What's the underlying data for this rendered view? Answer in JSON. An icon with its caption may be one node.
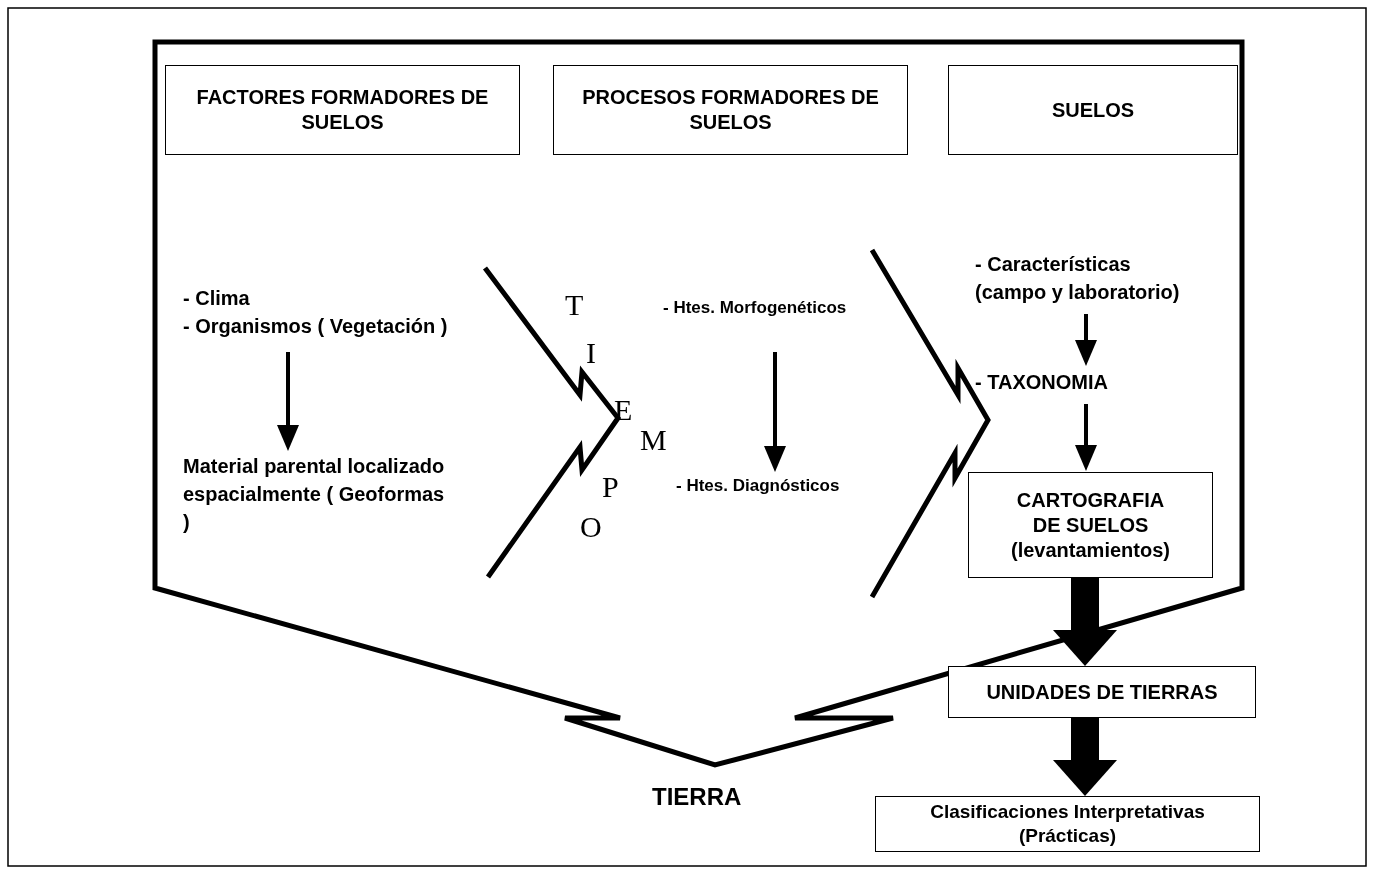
{
  "diagram": {
    "nodes": [
      {
        "text": [
          "TIERRA"
        ]
      },
      {
        "text": [
          "FACTORES FORMADORES DE SUELOS"
        ],
        "in": 0
      },
      {
        "text": [
          "PROCESOS FORMADORES DE SUELOS"
        ],
        "in": 0
      },
      {
        "text": [
          "SUELOS"
        ],
        "in": 0
      },
      {
        "text": [
          "- Clima",
          "- Organismos ( Vegetación )"
        ],
        "in": 0
      },
      {
        "text": [
          "Material parental localizado espacialmente ( Geoformas )"
        ],
        "in": 0
      },
      {
        "text": [
          "- Htes. Morfogenéticos"
        ],
        "in": 0
      },
      {
        "text": [
          "- Htes. Diagnósticos"
        ],
        "in": 0
      },
      {
        "text": [
          "- Características (campo y laboratorio)"
        ],
        "in": 0
      },
      {
        "text": [
          "- TAXONOMIA"
        ],
        "in": 0
      },
      {
        "text": [
          "CARTOGRAFIA DE SUELOS (levantamientos)"
        ],
        "in": 0
      },
      {
        "text": [
          "UNIDADES DE TIERRAS"
        ]
      },
      {
        "text": [
          "Clasificaciones Interpretativas (Prácticas)"
        ]
      }
    ],
    "edges": [
      {
        "from": 4,
        "to": 5,
        "arrow": "to"
      },
      {
        "from": 6,
        "to": 7,
        "arrow": "to"
      },
      {
        "from": 8,
        "to": 9,
        "arrow": "to"
      },
      {
        "from": 9,
        "to": 10,
        "arrow": "to"
      },
      {
        "from": 10,
        "to": 11,
        "arrow": "to",
        "style": "thick"
      },
      {
        "from": 11,
        "to": 12,
        "arrow": "to",
        "style": "thick"
      }
    ],
    "labels": [
      "TIEMPO"
    ]
  }
}
